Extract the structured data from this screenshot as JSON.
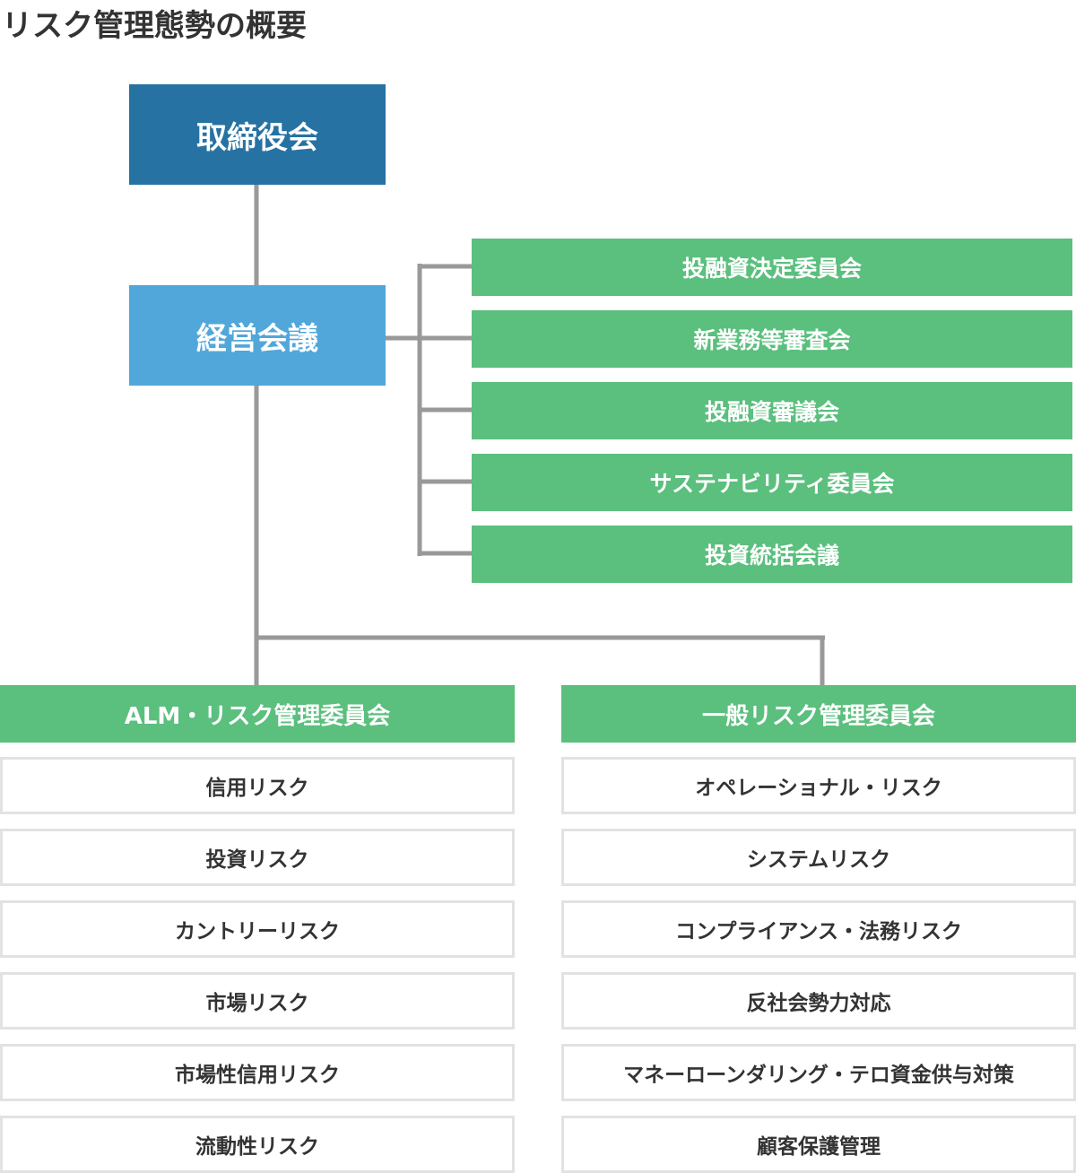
{
  "page": {
    "title": "リスク管理態勢の概要"
  },
  "board": {
    "label": "取締役会"
  },
  "management": {
    "label": "経営会議"
  },
  "committees": [
    {
      "label": "投融資決定委員会"
    },
    {
      "label": "新業務等審査会"
    },
    {
      "label": "投融資審議会"
    },
    {
      "label": "サステナビリティ委員会"
    },
    {
      "label": "投資統括会議"
    }
  ],
  "risk_committees": [
    {
      "label": "ALM・リスク管理委員会",
      "risks": [
        "信用リスク",
        "投資リスク",
        "カントリーリスク",
        "市場リスク",
        "市場性信用リスク",
        "流動性リスク"
      ]
    },
    {
      "label": "一般リスク管理委員会",
      "risks": [
        "オペレーショナル・リスク",
        "システムリスク",
        "コンプライアンス・法務リスク",
        "反社会勢力対応",
        "マネーローンダリング・テロ資金供与対策",
        "顧客保護管理"
      ]
    }
  ],
  "colors": {
    "board": "#2672a3",
    "management": "#52a7da",
    "committee": "#5bbf7e",
    "connector": "#999999",
    "risk_border": "#e2e2e2"
  }
}
